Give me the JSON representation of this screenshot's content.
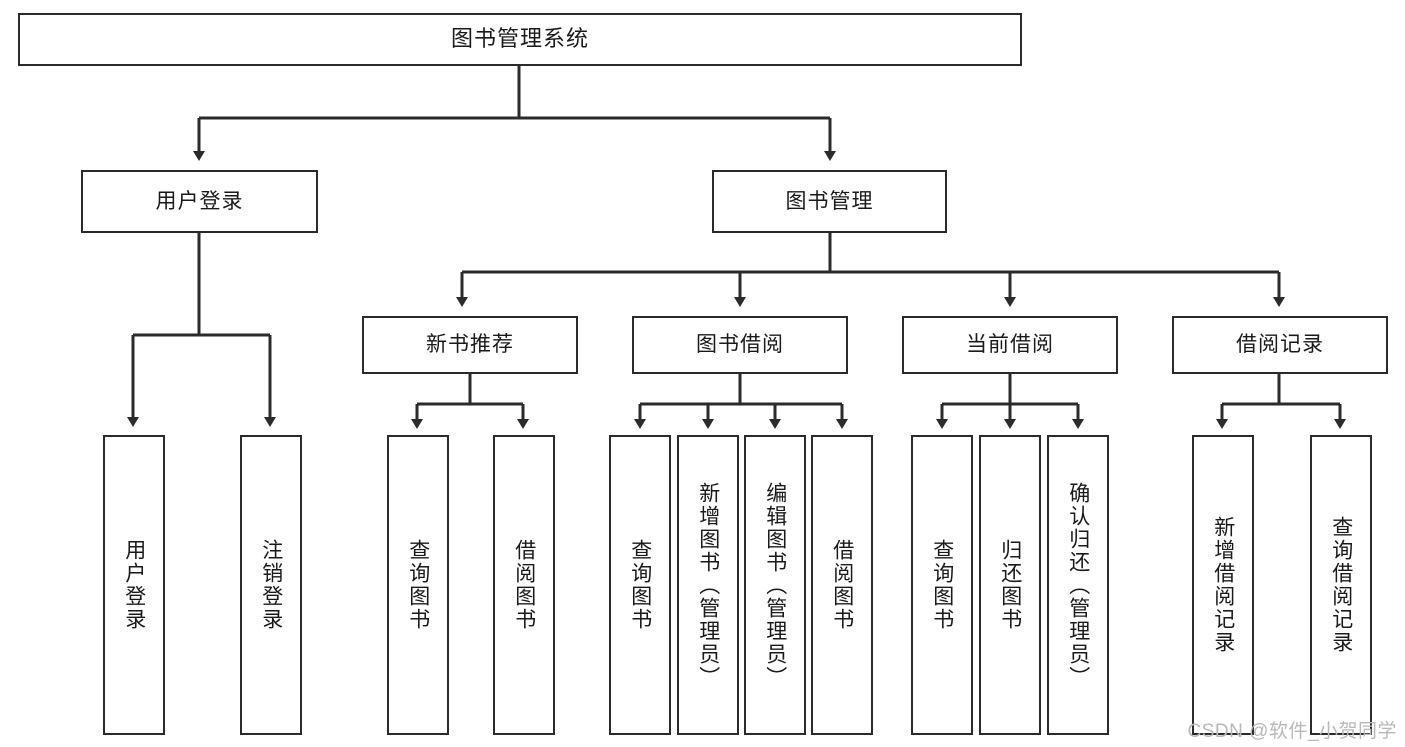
{
  "diagram": {
    "title": "图书管理系统",
    "type": "hierarchy-tree",
    "watermark": "CSDN @软件_小贺同学",
    "colors": {
      "stroke": "#2b2b2b",
      "fill": "#ffffff",
      "text": "#1a1a1a",
      "watermark": "#b9b9b9"
    },
    "nodes": {
      "root": {
        "label": "图书管理系统"
      },
      "level2": [
        {
          "id": "user-login",
          "label": "用户登录"
        },
        {
          "id": "book-management",
          "label": "图书管理"
        }
      ],
      "level3": [
        {
          "id": "new-book-recommend",
          "label": "新书推荐"
        },
        {
          "id": "book-borrow",
          "label": "图书借阅"
        },
        {
          "id": "current-borrow",
          "label": "当前借阅"
        },
        {
          "id": "borrow-record",
          "label": "借阅记录"
        }
      ],
      "leaves": {
        "user-login": [
          {
            "id": "leaf-user-login",
            "label": "用户登录"
          },
          {
            "id": "leaf-user-logout",
            "label": "注销登录"
          }
        ],
        "new-book-recommend": [
          {
            "id": "leaf-query-book-1",
            "label": "查询图书"
          },
          {
            "id": "leaf-borrow-book-1",
            "label": "借阅图书"
          }
        ],
        "book-borrow": [
          {
            "id": "leaf-query-book-2",
            "label": "查询图书"
          },
          {
            "id": "leaf-add-book",
            "label": "新增图书（管理员）"
          },
          {
            "id": "leaf-edit-book",
            "label": "编辑图书（管理员）"
          },
          {
            "id": "leaf-borrow-book-2",
            "label": "借阅图书"
          }
        ],
        "current-borrow": [
          {
            "id": "leaf-query-book-3",
            "label": "查询图书"
          },
          {
            "id": "leaf-return-book",
            "label": "归还图书"
          },
          {
            "id": "leaf-confirm-return",
            "label": "确认归还（管理员）"
          }
        ],
        "borrow-record": [
          {
            "id": "leaf-add-record",
            "label": "新增借阅记录"
          },
          {
            "id": "leaf-query-record",
            "label": "查询借阅记录"
          }
        ]
      }
    }
  }
}
